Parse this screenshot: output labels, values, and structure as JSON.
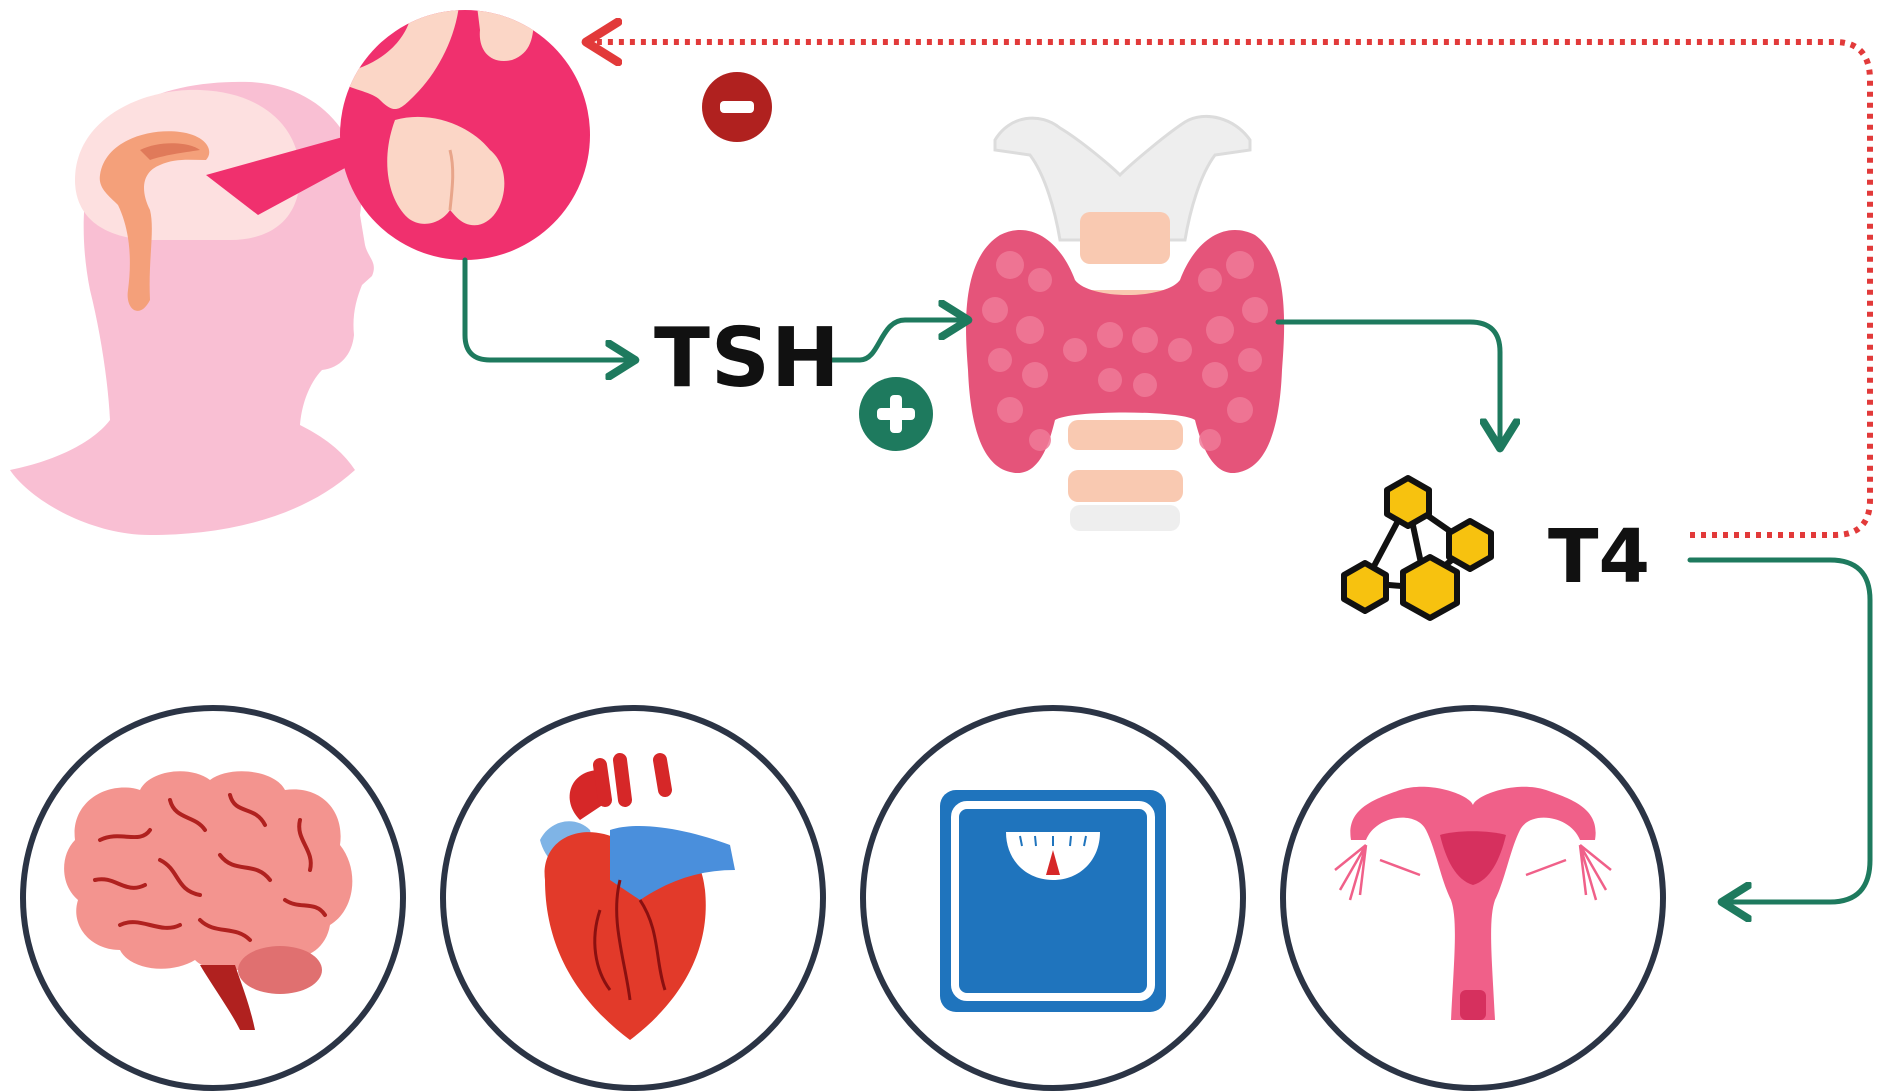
{
  "labels": {
    "tsh": "TSH",
    "t4": "T4"
  },
  "signs": {
    "inhibit": "−",
    "stimulate": "+"
  },
  "nodes": [
    {
      "id": "pituitary",
      "icon": "head-pituitary-icon"
    },
    {
      "id": "thyroid",
      "icon": "thyroid-gland-icon"
    },
    {
      "id": "t4-molecule",
      "icon": "molecule-icon"
    },
    {
      "id": "brain-target",
      "icon": "brain-icon"
    },
    {
      "id": "heart-target",
      "icon": "heart-icon"
    },
    {
      "id": "weight-target",
      "icon": "scale-icon"
    },
    {
      "id": "reproductive-target",
      "icon": "uterus-icon"
    }
  ],
  "edges": [
    {
      "from": "pituitary",
      "to": "TSH",
      "style": "solid",
      "color": "#1e7a5e"
    },
    {
      "from": "TSH",
      "to": "thyroid",
      "style": "solid",
      "color": "#1e7a5e",
      "sign": "+"
    },
    {
      "from": "thyroid",
      "to": "T4",
      "style": "solid",
      "color": "#1e7a5e"
    },
    {
      "from": "T4",
      "to": "pituitary",
      "style": "dotted",
      "color": "#e23a3a",
      "sign": "−"
    },
    {
      "from": "T4",
      "to": "targets",
      "style": "solid",
      "color": "#1e7a5e"
    }
  ],
  "colors": {
    "stimulate": "#1e7a5e",
    "inhibit": "#e23a3a",
    "inhibit_badge": "#b0211f",
    "pituitary_pink": "#f0306e",
    "thyroid_pink": "#e5547a",
    "molecule_yellow": "#f7c20f",
    "circle_outline": "#2b3445",
    "scale_blue": "#1f74bd"
  }
}
